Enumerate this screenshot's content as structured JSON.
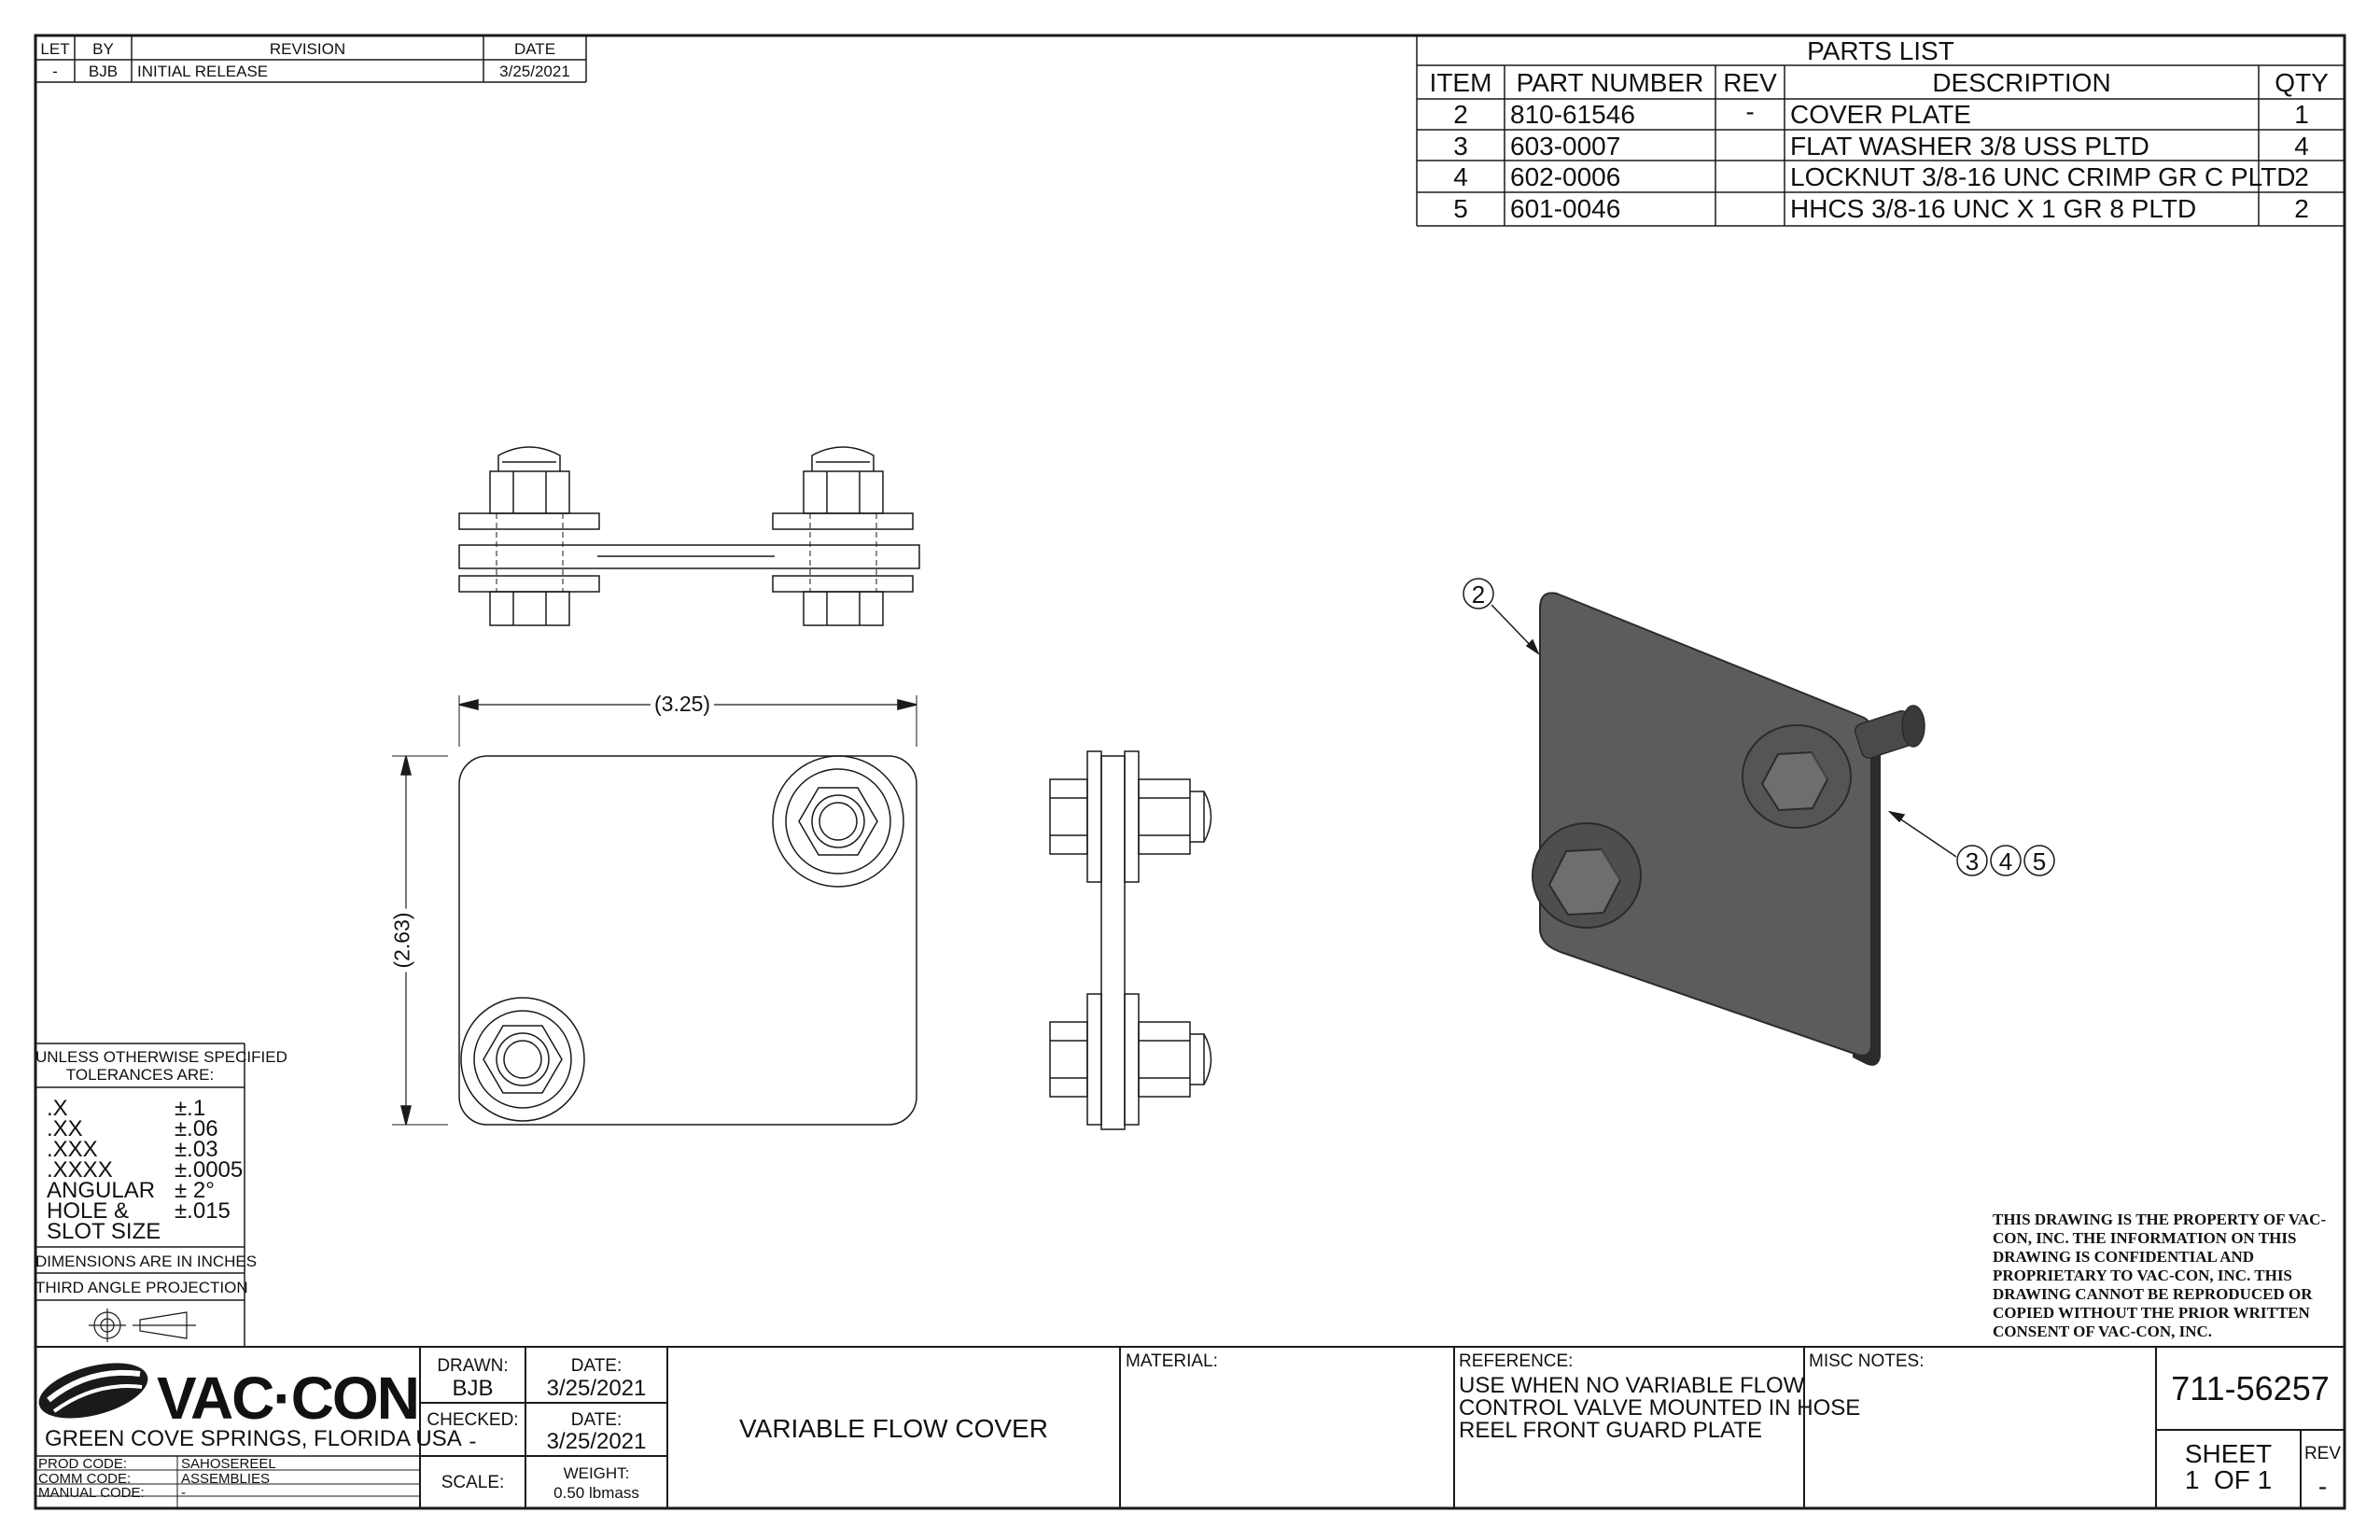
{
  "revision_block": {
    "headers": {
      "let": "LET",
      "by": "BY",
      "revision": "REVISION",
      "date": "DATE"
    },
    "rows": [
      {
        "let": "-",
        "by": "BJB",
        "revision": "INITIAL RELEASE",
        "date": "3/25/2021"
      }
    ]
  },
  "parts_list": {
    "title": "PARTS LIST",
    "headers": {
      "item": "ITEM",
      "part_number": "PART NUMBER",
      "rev": "REV",
      "description": "DESCRIPTION",
      "qty": "QTY"
    },
    "rows": [
      {
        "item": "2",
        "part_number": "810-61546",
        "rev": "-",
        "description": "COVER PLATE",
        "qty": "1"
      },
      {
        "item": "3",
        "part_number": "603-0007",
        "rev": "",
        "description": "FLAT WASHER 3/8 USS PLTD",
        "qty": "4"
      },
      {
        "item": "4",
        "part_number": "602-0006",
        "rev": "",
        "description": "LOCKNUT 3/8-16 UNC CRIMP GR C PLTD",
        "qty": "2"
      },
      {
        "item": "5",
        "part_number": "601-0046",
        "rev": "",
        "description": "HHCS 3/8-16 UNC X 1 GR 8 PLTD",
        "qty": "2"
      }
    ]
  },
  "dimensions": {
    "width": "(3.25)",
    "height": "(2.63)"
  },
  "balloons": {
    "plate": "2",
    "hardware": [
      "3",
      "4",
      "5"
    ]
  },
  "tolerances": {
    "title_line1": "UNLESS OTHERWISE SPECIFIED",
    "title_line2": "TOLERANCES ARE:",
    "rows": [
      {
        "label": ".X",
        "value": "±.1"
      },
      {
        "label": ".XX",
        "value": "±.06"
      },
      {
        "label": ".XXX",
        "value": "±.03"
      },
      {
        "label": ".XXXX",
        "value": "±.0005"
      },
      {
        "label": "ANGULAR",
        "value": "± 2°"
      },
      {
        "label": "HOLE &",
        "value": "±.015"
      },
      {
        "label": "SLOT SIZE",
        "value": ""
      }
    ],
    "units_note": "DIMENSIONS ARE IN INCHES",
    "projection_note": "THIRD ANGLE PROJECTION"
  },
  "proprietary_notice": "THIS DRAWING IS THE PROPERTY OF VAC-CON, INC.  THE INFORMATION ON THIS DRAWING IS CONFIDENTIAL AND PROPRIETARY TO VAC-CON, INC.  THIS DRAWING CANNOT BE REPRODUCED OR COPIED WITHOUT THE PRIOR WRITTEN CONSENT OF VAC-CON, INC.",
  "title_block": {
    "company": {
      "logo_text": "VAC·CON",
      "location": "GREEN COVE SPRINGS, FLORIDA USA"
    },
    "codes": [
      {
        "label": "PROD CODE:",
        "value": "SAHOSEREEL"
      },
      {
        "label": "COMM CODE:",
        "value": "ASSEMBLIES"
      },
      {
        "label": "MANUAL CODE:",
        "value": "-"
      }
    ],
    "drawn_label": "DRAWN:",
    "drawn_value": "BJB",
    "drawn_date_label": "DATE:",
    "drawn_date_value": "3/25/2021",
    "checked_label": "CHECKED:",
    "checked_value": "-",
    "checked_date_label": "DATE:",
    "checked_date_value": "3/25/2021",
    "scale_label": "SCALE:",
    "weight_label": "WEIGHT:",
    "weight_value": "0.50 lbmass",
    "title": "VARIABLE FLOW COVER",
    "material_label": "MATERIAL:",
    "reference_label": "REFERENCE:",
    "reference_lines": [
      "USE WHEN NO VARIABLE FLOW",
      "CONTROL VALVE MOUNTED IN HOSE",
      "REEL FRONT GUARD PLATE"
    ],
    "misc_notes_label": "MISC NOTES:",
    "drawing_number": "711-56257",
    "sheet_label": "SHEET",
    "sheet_value": "1  OF 1",
    "rev_label": "REV",
    "rev_value": "-"
  },
  "colors": {
    "line": "#1a1a1a",
    "part_fill": "#5c5c5c",
    "part_edge": "#2b2b2b",
    "hex_fill": "#6e6e6e"
  }
}
